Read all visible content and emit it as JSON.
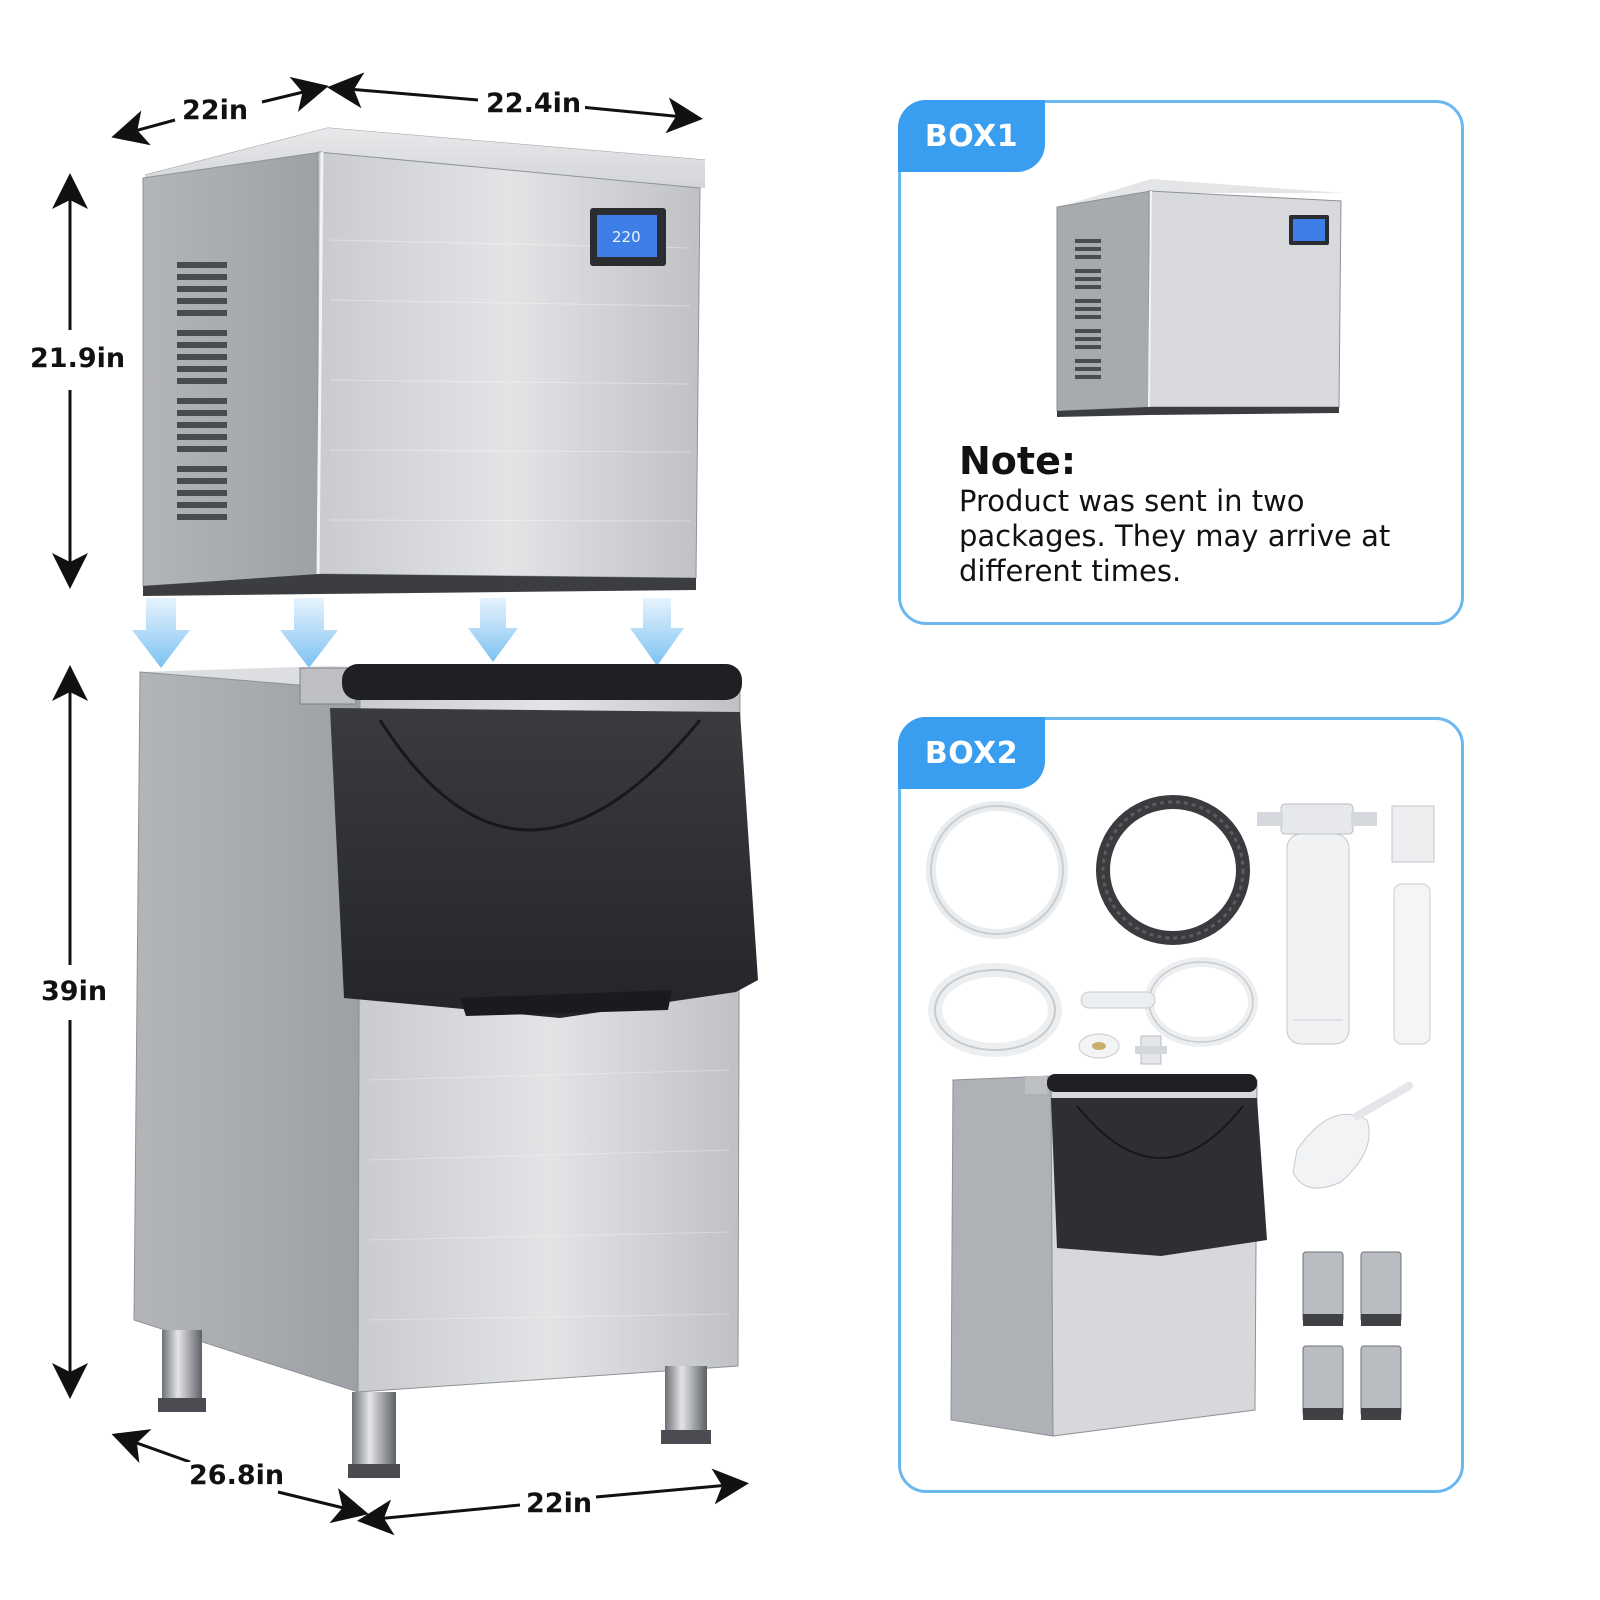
{
  "dimensions": {
    "top_depth": "22in",
    "top_width": "22.4in",
    "top_height": "21.9in",
    "bin_height": "39in",
    "bin_depth": "26.8in",
    "bin_width": "22in"
  },
  "display_reading": "220",
  "box1": {
    "tag": "BOX1",
    "note_title": "Note:",
    "note_text": "Product was sent in two packages. They may arrive at different times."
  },
  "box2": {
    "tag": "BOX2"
  },
  "colors": {
    "accent_blue": "#3a9ef0",
    "panel_border": "#6bb8ef",
    "steel_light": "#d3d5d8",
    "steel_dark": "#8e9196",
    "lid_black": "#2c2d30"
  },
  "icons": [
    "ice-machine-head",
    "ice-storage-bin",
    "down-arrow-icon",
    "tubing-coil",
    "drain-hose-coil",
    "water-filter",
    "filter-wrench",
    "tape-roll",
    "fitting",
    "filter-cartridge",
    "ice-scoop",
    "leveling-leg"
  ]
}
